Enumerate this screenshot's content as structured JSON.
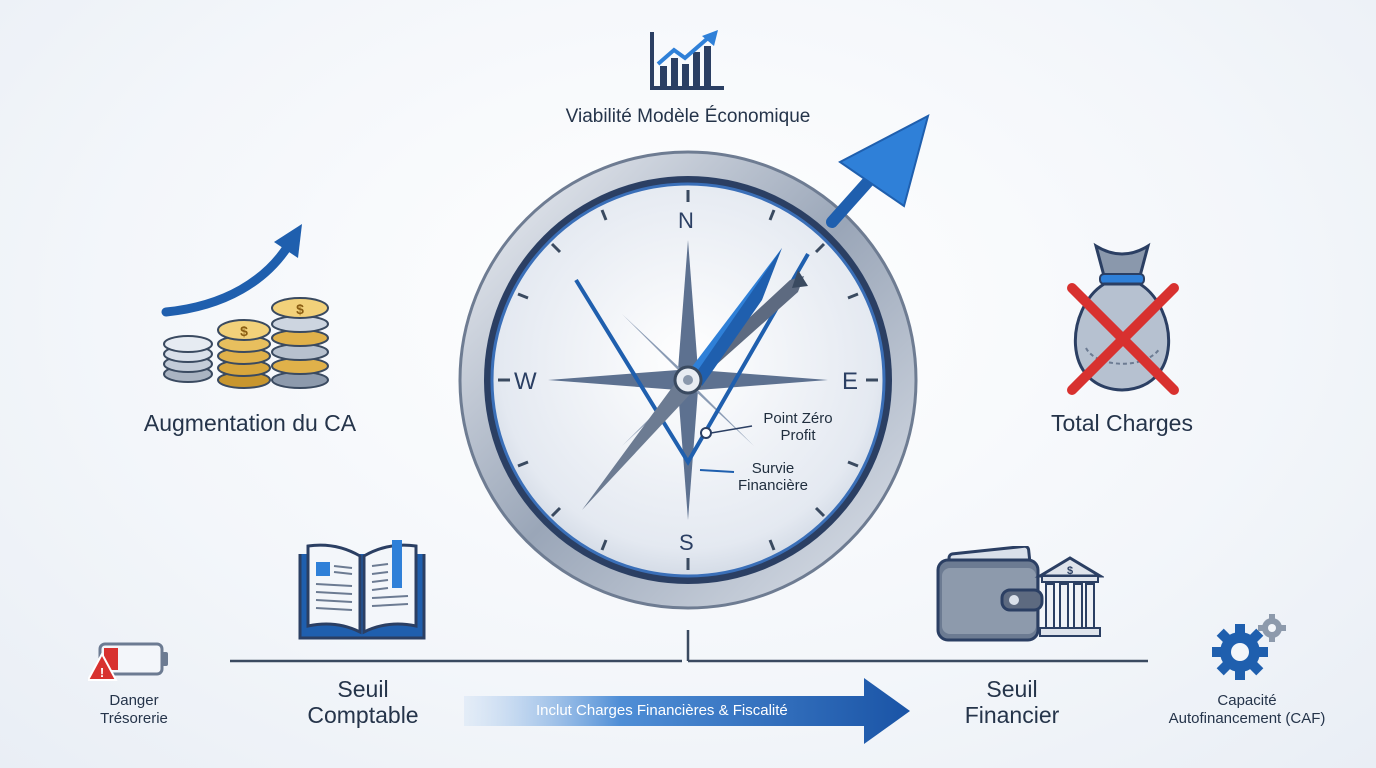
{
  "header": {
    "title": "Viabilité Modèle Économique"
  },
  "left": {
    "revenue_label": "Augmentation du CA"
  },
  "right": {
    "charges_label": "Total Charges"
  },
  "compass": {
    "north": "N",
    "south": "S",
    "east": "E",
    "west": "W",
    "point_zero_line1": "Point Zéro",
    "point_zero_line2": "Profit",
    "survie_line1": "Survie",
    "survie_line2": "Financière"
  },
  "bottom": {
    "danger_line1": "Danger",
    "danger_line2": "Trésorerie",
    "seuil_comptable_line1": "Seuil",
    "seuil_comptable_line2": "Comptable",
    "arrow_text": "Inclut Charges Financières & Fiscalité",
    "seuil_financier_line1": "Seuil",
    "seuil_financier_line2": "Financier",
    "caf_line1": "Capacité",
    "caf_line2": "Autofinancement (CAF)"
  },
  "colors": {
    "accent_blue": "#1f5fae",
    "navy": "#2b3f63",
    "danger_red": "#d8312f",
    "coin_gold": "#e0b14a"
  }
}
